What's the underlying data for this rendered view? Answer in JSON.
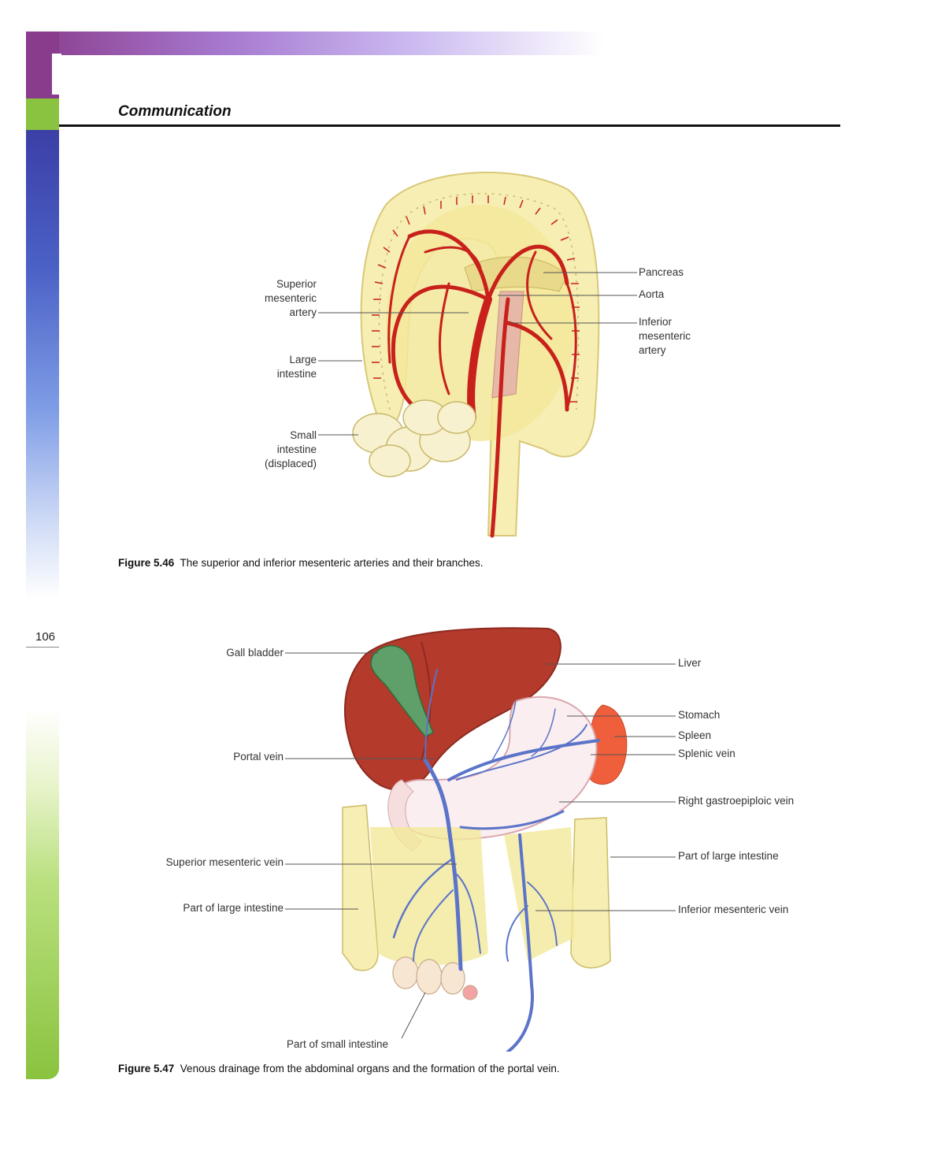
{
  "header": {
    "title": "Communication"
  },
  "page_number": "106",
  "figure1": {
    "labels": {
      "superior_mesenteric_artery": [
        "Superior",
        "mesenteric",
        "artery"
      ],
      "large_intestine": [
        "Large",
        "intestine"
      ],
      "small_intestine": [
        "Small",
        "intestine",
        "(displaced)"
      ],
      "pancreas": [
        "Pancreas"
      ],
      "aorta": [
        "Aorta"
      ],
      "inferior_mesenteric_artery": [
        "Inferior",
        "mesenteric",
        "artery"
      ]
    },
    "caption_num": "Figure 5.46",
    "caption_text": "The superior and inferior mesenteric arteries and their branches."
  },
  "figure2": {
    "labels": {
      "gall_bladder": "Gall bladder",
      "portal_vein": "Portal vein",
      "superior_mesenteric_vein": "Superior mesenteric vein",
      "part_of_large_intestine_left": "Part of large intestine",
      "part_of_small_intestine": "Part of small intestine",
      "liver": "Liver",
      "stomach": "Stomach",
      "spleen": "Spleen",
      "splenic_vein": "Splenic vein",
      "right_gastroepiploic_vein": "Right gastroepiploic vein",
      "part_of_large_intestine_right": "Part of large intestine",
      "inferior_mesenteric_vein": "Inferior mesenteric vein"
    },
    "caption_num": "Figure 5.47",
    "caption_text": "Venous drainage from the abdominal organs and the formation of the portal vein."
  }
}
